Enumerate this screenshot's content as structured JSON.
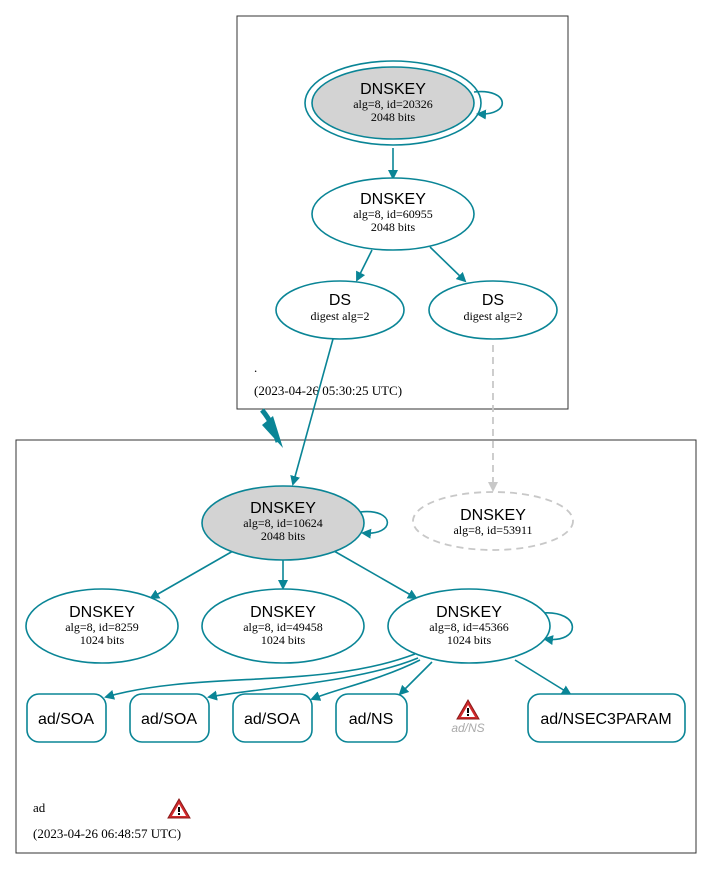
{
  "colors": {
    "edge": "#0a8596",
    "ksk_fill": "#d3d3d3",
    "missing": "#c8c8c8",
    "warning_red": "#d0292b"
  },
  "root_zone": {
    "name": ".",
    "timestamp": "(2023-04-26 05:30:25 UTC)",
    "ksk": {
      "title": "DNSKEY",
      "line1": "alg=8, id=20326",
      "line2": "2048 bits"
    },
    "zsk": {
      "title": "DNSKEY",
      "line1": "alg=8, id=60955",
      "line2": "2048 bits"
    },
    "ds1": {
      "title": "DS",
      "line1": "digest alg=2"
    },
    "ds2": {
      "title": "DS",
      "line1": "digest alg=2"
    }
  },
  "ad_zone": {
    "name": "ad",
    "timestamp": "(2023-04-26 06:48:57 UTC)",
    "ksk": {
      "title": "DNSKEY",
      "line1": "alg=8, id=10624",
      "line2": "2048 bits"
    },
    "missing_key": {
      "title": "DNSKEY",
      "line1": "alg=8, id=53911"
    },
    "zsk1": {
      "title": "DNSKEY",
      "line1": "alg=8, id=8259",
      "line2": "1024 bits"
    },
    "zsk2": {
      "title": "DNSKEY",
      "line1": "alg=8, id=49458",
      "line2": "1024 bits"
    },
    "zsk3": {
      "title": "DNSKEY",
      "line1": "alg=8, id=45366",
      "line2": "1024 bits"
    },
    "rrsets": [
      {
        "label": "ad/SOA"
      },
      {
        "label": "ad/SOA"
      },
      {
        "label": "ad/SOA"
      },
      {
        "label": "ad/NS"
      },
      {
        "label": "ad/NSEC3PARAM"
      }
    ],
    "warning_rrset_label": "ad/NS",
    "warning_icon": "warning-triangle-icon"
  }
}
